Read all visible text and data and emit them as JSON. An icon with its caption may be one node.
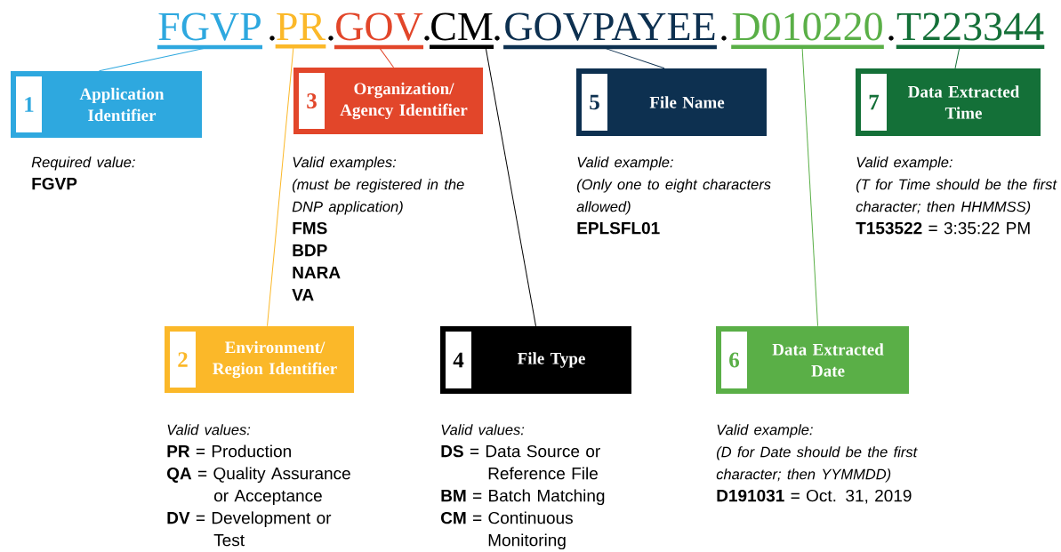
{
  "diagram": {
    "nodes": [
      {
        "text": [
          "FGVP"
        ]
      },
      {
        "text": [
          "PR"
        ]
      },
      {
        "text": [
          "GOV"
        ]
      },
      {
        "text": [
          "CM"
        ]
      },
      {
        "text": [
          "GOVPAYEE"
        ]
      },
      {
        "text": [
          "D010220"
        ]
      },
      {
        "text": [
          "T223344"
        ]
      },
      {
        "text": [
          "1",
          "Application Identifier"
        ],
        "beside": [
          "Required value:",
          "FGVP"
        ]
      },
      {
        "text": [
          "2",
          "Environment/ Region Identifier"
        ],
        "beside": [
          "Valid values:",
          "**PR** = Production",
          "**QA** = Quality Assurance or Acceptance",
          "**DV** = Development or Test"
        ]
      },
      {
        "text": [
          "3",
          "Organization/ Agency Identifier"
        ],
        "beside": [
          "Valid examples:",
          "(must be registered in the DNP application)",
          "FMS",
          "BDP",
          "NARA",
          "VA"
        ]
      },
      {
        "text": [
          "4",
          "File Type"
        ],
        "beside": [
          "Valid values:",
          "**DS** = Data Source or Reference File",
          "**BM** = Batch Matching",
          "**CM** = Continuous Monitoring"
        ]
      },
      {
        "text": [
          "5",
          "File Name"
        ],
        "beside": [
          "Valid example:",
          "(Only one to eight characters allowed)",
          "EPLSFL01"
        ]
      },
      {
        "text": [
          "6",
          "Data Extracted Date"
        ],
        "beside": [
          "Valid example:",
          "(D for Date should be the first character; then YYMMDD)",
          "**D191031** = Oct. 31, 2019"
        ]
      },
      {
        "text": [
          "7",
          "Data Extracted Time"
        ],
        "beside": [
          "Valid example:",
          "(T for Time should be the first character; then HHMMSS)",
          "**T153522** = 3:35:22 PM"
        ]
      }
    ],
    "edges": [
      {
        "from": 0,
        "to": 7,
        "arrow": "none",
        "color": "#2ea8df"
      },
      {
        "from": 1,
        "to": 8,
        "arrow": "none",
        "color": "#fbb829"
      },
      {
        "from": 2,
        "to": 9,
        "arrow": "none",
        "color": "#e2462a"
      },
      {
        "from": 3,
        "to": 10,
        "arrow": "none",
        "color": "#000000"
      },
      {
        "from": 4,
        "to": 11,
        "arrow": "none",
        "color": "#0d3050"
      },
      {
        "from": 5,
        "to": 12,
        "arrow": "none",
        "color": "#5aaf47"
      },
      {
        "from": 6,
        "to": 13,
        "arrow": "none",
        "color": "#147038"
      }
    ],
    "labels": [
      ".",
      ".",
      ".",
      ".",
      ".",
      "."
    ]
  }
}
